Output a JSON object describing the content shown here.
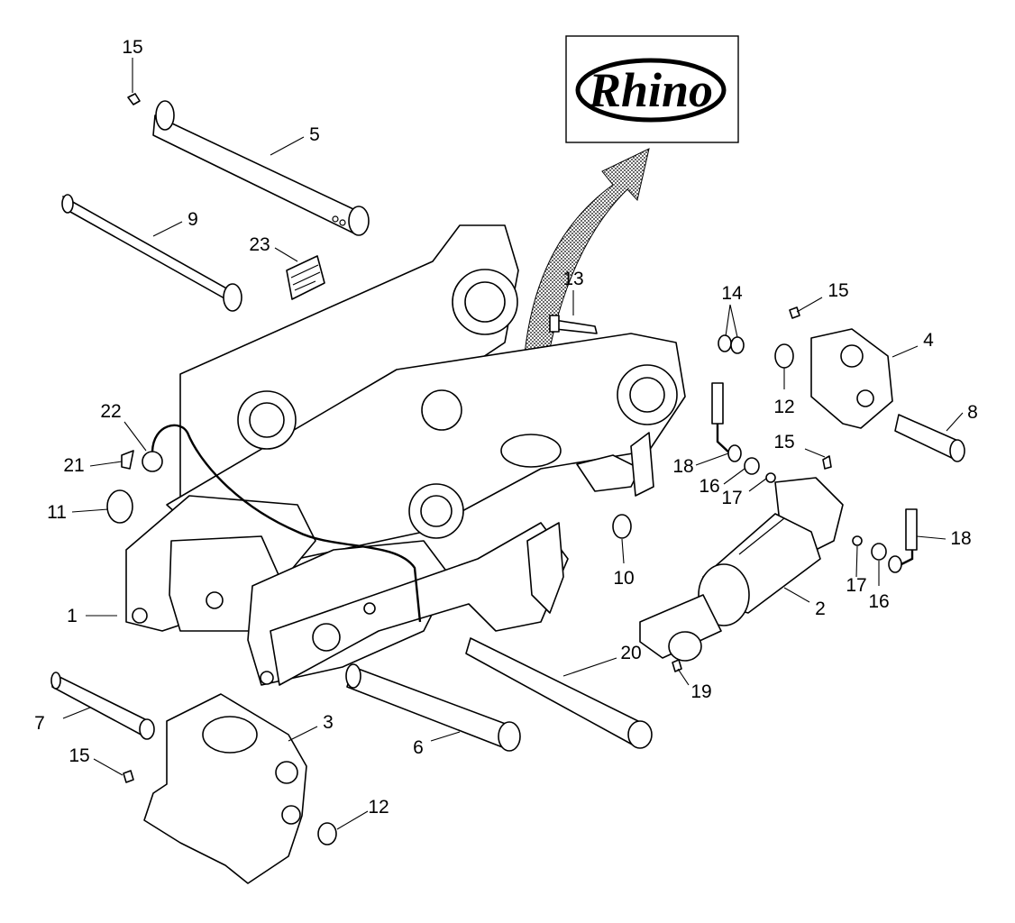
{
  "logo": {
    "text": "Rhino"
  },
  "callouts": [
    {
      "id": "c15a",
      "label": "15"
    },
    {
      "id": "c5",
      "label": "5"
    },
    {
      "id": "c9",
      "label": "9"
    },
    {
      "id": "c23",
      "label": "23"
    },
    {
      "id": "c13",
      "label": "13"
    },
    {
      "id": "c14",
      "label": "14"
    },
    {
      "id": "c15b",
      "label": "15"
    },
    {
      "id": "c4",
      "label": "4"
    },
    {
      "id": "c12a",
      "label": "12"
    },
    {
      "id": "c8",
      "label": "8"
    },
    {
      "id": "c22",
      "label": "22"
    },
    {
      "id": "c21",
      "label": "21"
    },
    {
      "id": "c11",
      "label": "11"
    },
    {
      "id": "c18a",
      "label": "18"
    },
    {
      "id": "c15c",
      "label": "15"
    },
    {
      "id": "c16a",
      "label": "16"
    },
    {
      "id": "c17a",
      "label": "17"
    },
    {
      "id": "c18b",
      "label": "18"
    },
    {
      "id": "c10",
      "label": "10"
    },
    {
      "id": "c17b",
      "label": "17"
    },
    {
      "id": "c16b",
      "label": "16"
    },
    {
      "id": "c2",
      "label": "2"
    },
    {
      "id": "c1",
      "label": "1"
    },
    {
      "id": "c20",
      "label": "20"
    },
    {
      "id": "c19",
      "label": "19"
    },
    {
      "id": "c7",
      "label": "7"
    },
    {
      "id": "c3",
      "label": "3"
    },
    {
      "id": "c6",
      "label": "6"
    },
    {
      "id": "c15d",
      "label": "15"
    },
    {
      "id": "c12b",
      "label": "12"
    }
  ]
}
